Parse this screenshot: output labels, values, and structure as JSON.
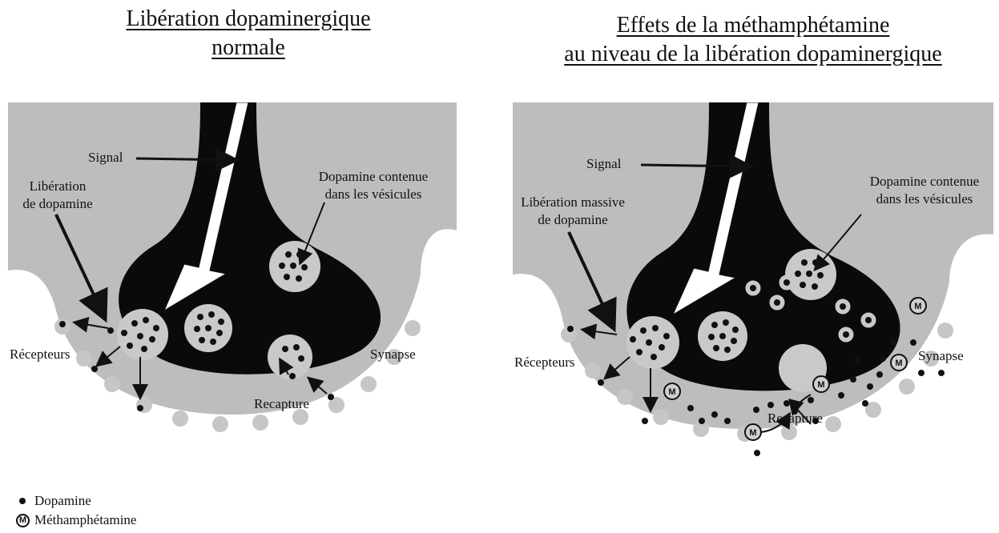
{
  "titles": {
    "left_line1": "Libération dopaminergique",
    "left_line2": "normale",
    "right_line1": "Effets de la méthamphétamine",
    "right_line2": "au niveau de la libération dopaminergique"
  },
  "left_panel": {
    "signal": "Signal",
    "release_line1": "Libération",
    "release_line2": "de dopamine",
    "vesicles_line1": "Dopamine contenue",
    "vesicles_line2": "dans les vésicules",
    "receptors": "Récepteurs",
    "synapse": "Synapse",
    "reuptake": "Recapture"
  },
  "right_panel": {
    "signal": "Signal",
    "release_line1": "Libération massive",
    "release_line2": "de dopamine",
    "vesicles_line1": "Dopamine contenue",
    "vesicles_line2": "dans les vésicules",
    "receptors": "Récepteurs",
    "synapse": "Synapse",
    "reuptake": "Recapture",
    "meth_marker": "M"
  },
  "legend": {
    "dopamine": "Dopamine",
    "methamphetamine": "Méthamphétamine",
    "meth_symbol": "M"
  },
  "colors": {
    "neuron": "#0a0a0a",
    "background_panel": "#bcbcbc",
    "vesicle": "#c9c9c9",
    "dopamine": "#111111"
  }
}
